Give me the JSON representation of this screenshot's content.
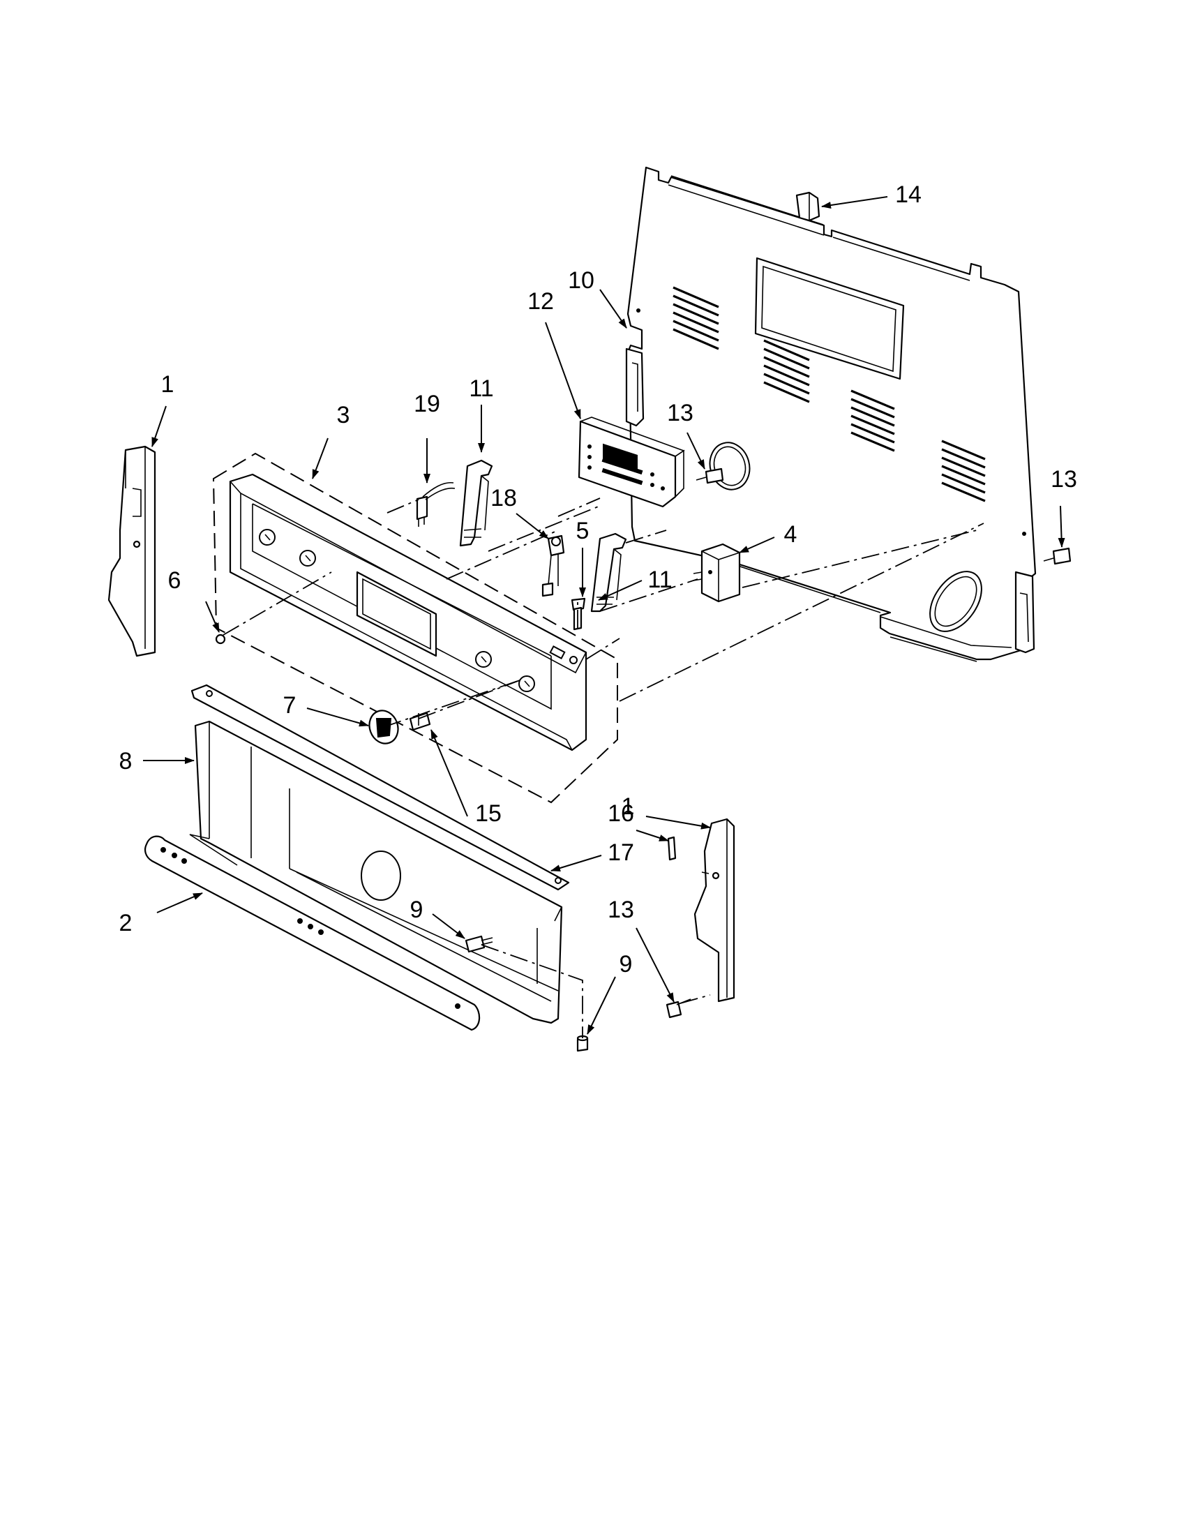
{
  "callouts": [
    {
      "id": "c1a",
      "label": "1"
    },
    {
      "id": "c1b",
      "label": "1"
    },
    {
      "id": "c2",
      "label": "2"
    },
    {
      "id": "c3",
      "label": "3"
    },
    {
      "id": "c4",
      "label": "4"
    },
    {
      "id": "c5",
      "label": "5"
    },
    {
      "id": "c6",
      "label": "6"
    },
    {
      "id": "c7",
      "label": "7"
    },
    {
      "id": "c8",
      "label": "8"
    },
    {
      "id": "c9a",
      "label": "9"
    },
    {
      "id": "c9b",
      "label": "9"
    },
    {
      "id": "c10",
      "label": "10"
    },
    {
      "id": "c11a",
      "label": "11"
    },
    {
      "id": "c11b",
      "label": "11"
    },
    {
      "id": "c12",
      "label": "12"
    },
    {
      "id": "c13a",
      "label": "13"
    },
    {
      "id": "c13b",
      "label": "13"
    },
    {
      "id": "c13c",
      "label": "13"
    },
    {
      "id": "c14",
      "label": "14"
    },
    {
      "id": "c15",
      "label": "15"
    },
    {
      "id": "c16",
      "label": "16"
    },
    {
      "id": "c17",
      "label": "17"
    },
    {
      "id": "c18",
      "label": "18"
    },
    {
      "id": "c19",
      "label": "19"
    }
  ]
}
